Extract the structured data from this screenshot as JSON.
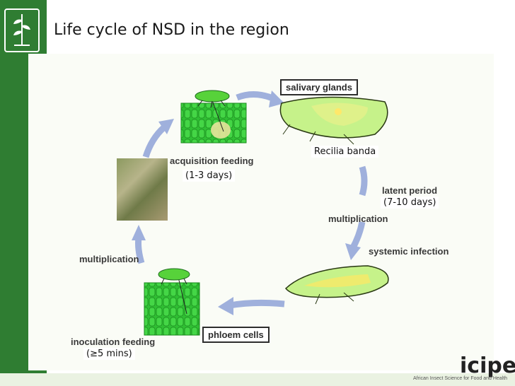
{
  "title": "Life cycle of NSD in the region",
  "labels": {
    "salivary_glands": "salivary glands",
    "vector_species": "Recilia banda",
    "acquisition_feeding": "acquisition feeding",
    "acquisition_duration": "(1-3 days)",
    "latent_period": "latent period",
    "latent_duration": "(7-10 days)",
    "multiplication_right": "multiplication",
    "systemic_infection": "systemic infection",
    "multiplication_left": "multiplication",
    "inoculation_feeding": "inoculation feeding",
    "inoculation_duration": "(≥5 mins)",
    "phloem_cells": "phloem cells"
  },
  "footer": {
    "brand": "icipe",
    "tagline": "African Insect Science for Food and Health"
  },
  "colors": {
    "sidebar": "#2f7d32",
    "leaf_green": "#27b82a",
    "insect_body": "#c6f28a",
    "arrow": "#9fb0dc"
  }
}
